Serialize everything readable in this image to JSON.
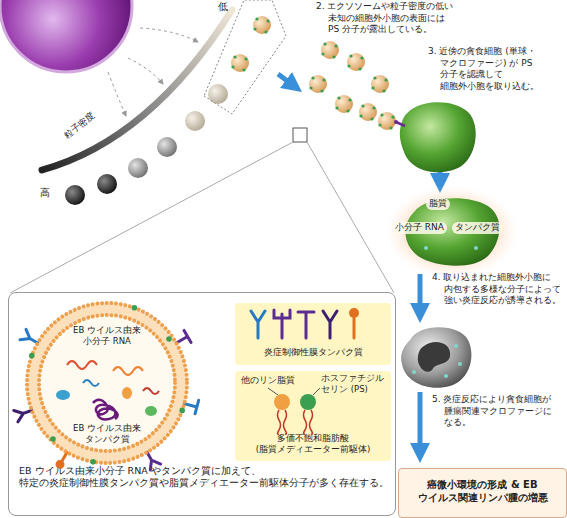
{
  "diagram": {
    "nodes": [
      {
        "text": [
          "脂質",
          "小分子 RNA",
          "タンパク質"
        ]
      },
      {
        "text": [
          "癌微小環境の形成 & EB ウイルス関連リンパ腫の増悪"
        ]
      },
      {
        "text": [
          "EB ウイルス由来小分子 RNA やタンパク質に加えて、 特定の炎症制御性膜タンパク質や脂質メディエーター前駆体分子が多く存在する。"
        ]
      },
      {
        "text": [
          "EB ウイルス由来 小分子 RNA",
          "EB ウイルス由来 タンパク質"
        ],
        "in": 2
      },
      {
        "text": [
          "炎症制御性膜タンパク質"
        ],
        "in": 2
      },
      {
        "text": [
          "他のリン脂質",
          "ホスファチジル セリン (PS)",
          "多価不飽和脂肪酸 (脂質メディエーター前駆体)"
        ],
        "in": 2
      }
    ],
    "labels": [
      "低",
      "粒子密度",
      "高",
      "2. エクソソームや粒子密度の低い 未知の細胞外小胞の表面には PS 分子が露出している。",
      "3. 近傍の貪食細胞 (単球・マクロファージ) が PS 分子を認識して 細胞外小胞を取り込む。",
      "4. 取り込まれた細胞外小胞に 内包する多様な分子によって 強い炎症反応が誘導される。",
      "5. 炎症反応により貪食細胞が 腫瘍関連マクロファージに なる。"
    ]
  }
}
